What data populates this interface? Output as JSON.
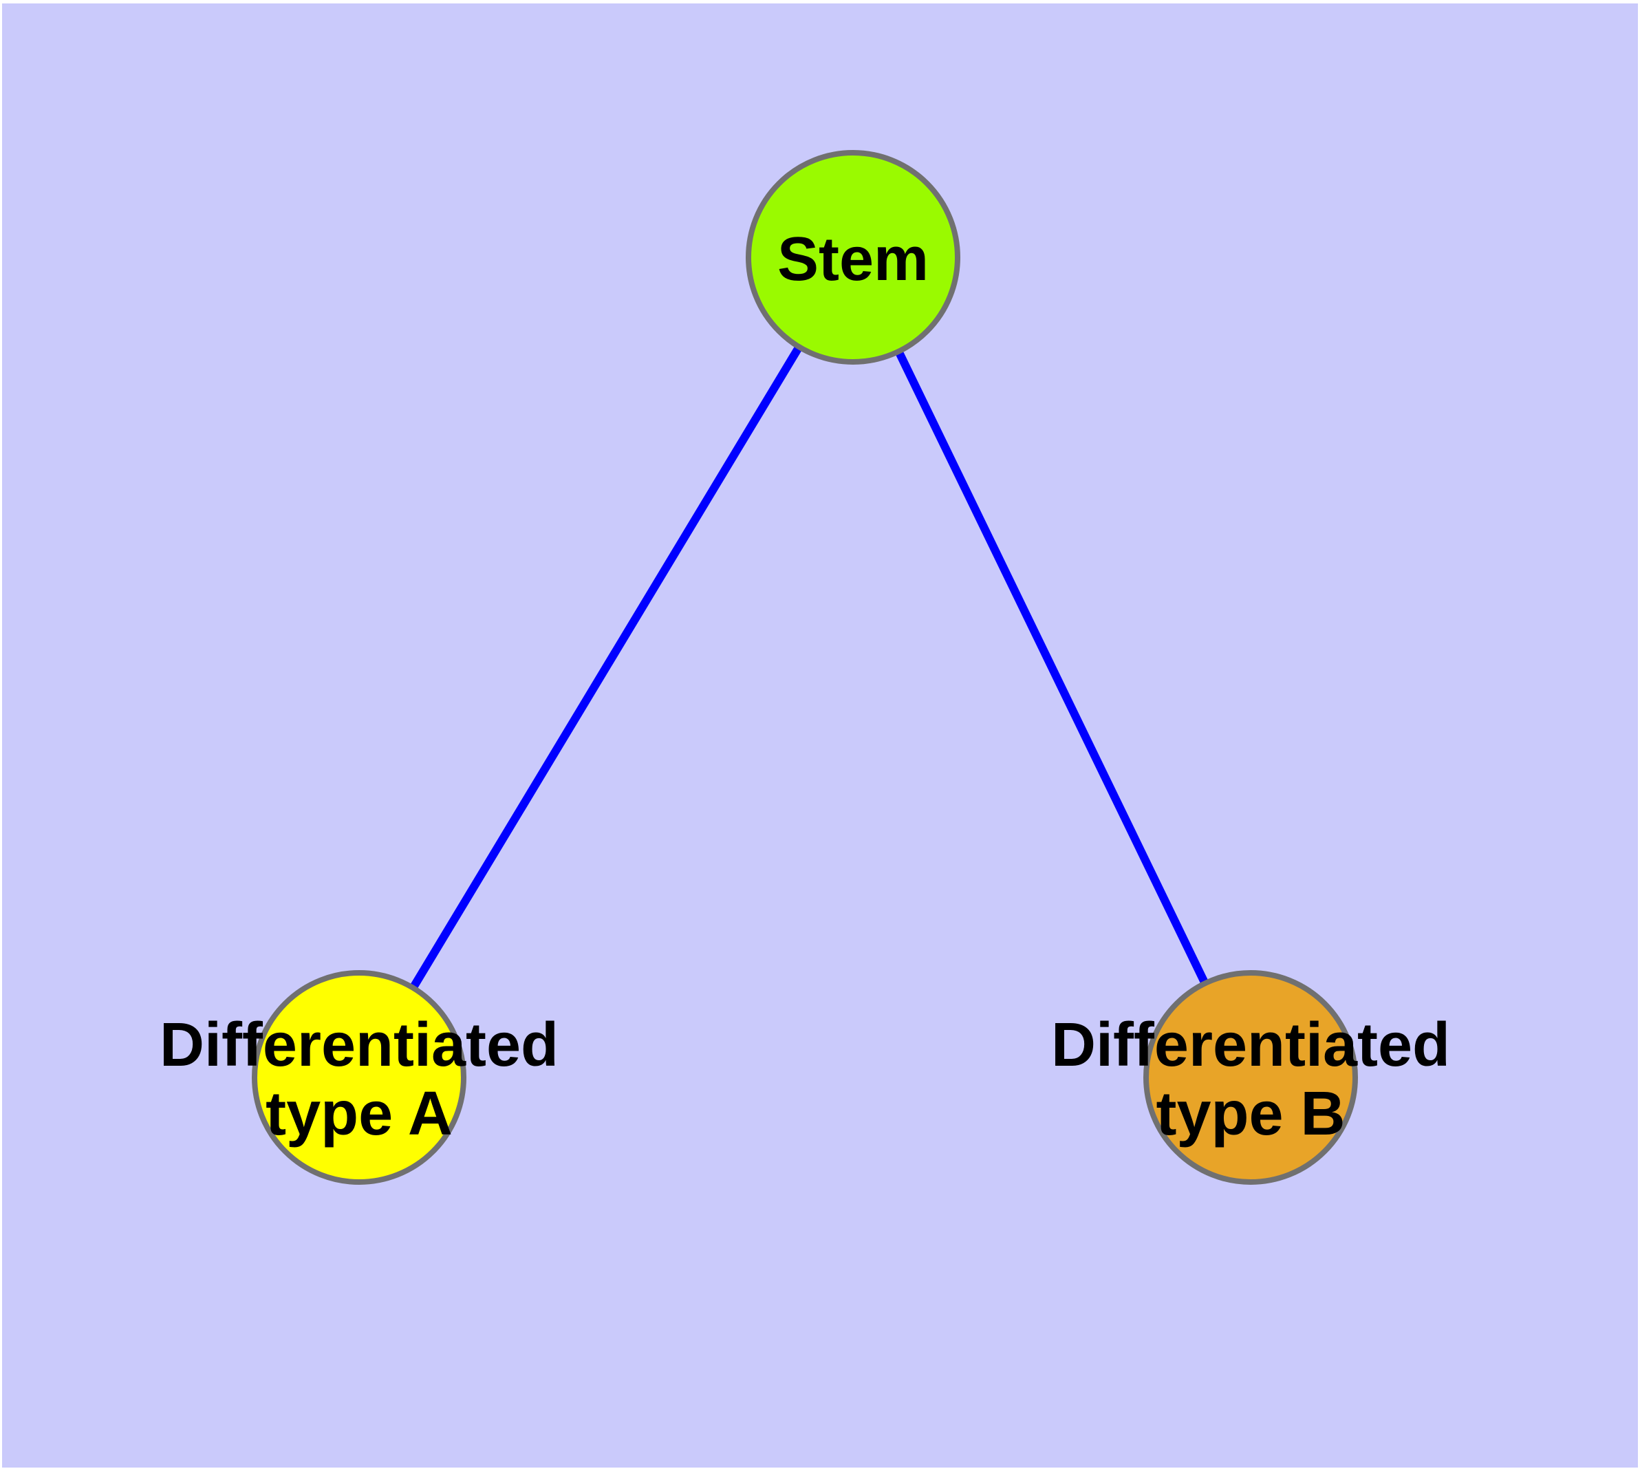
{
  "diagram": {
    "type": "node-link-graph",
    "colors": {
      "page_margin": "#ffffff",
      "canvas_background": "#cacafb",
      "edge": "#0000ff",
      "node_border": "#707070",
      "label_text": "#000000"
    },
    "nodes": [
      {
        "id": "stem",
        "label": "Stem",
        "lines": [
          "Stem"
        ],
        "fill": "#9afa00"
      },
      {
        "id": "differentiated-type-a",
        "label": "Differentiated type A",
        "lines": [
          "Differentiated",
          "type A"
        ],
        "fill": "#ffff00"
      },
      {
        "id": "differentiated-type-b",
        "label": "Differentiated type B",
        "lines": [
          "Differentiated",
          "type B"
        ],
        "fill": "#e8a428"
      }
    ],
    "edges": [
      {
        "from": "stem",
        "to": "differentiated-type-a"
      },
      {
        "from": "stem",
        "to": "differentiated-type-b"
      }
    ]
  }
}
